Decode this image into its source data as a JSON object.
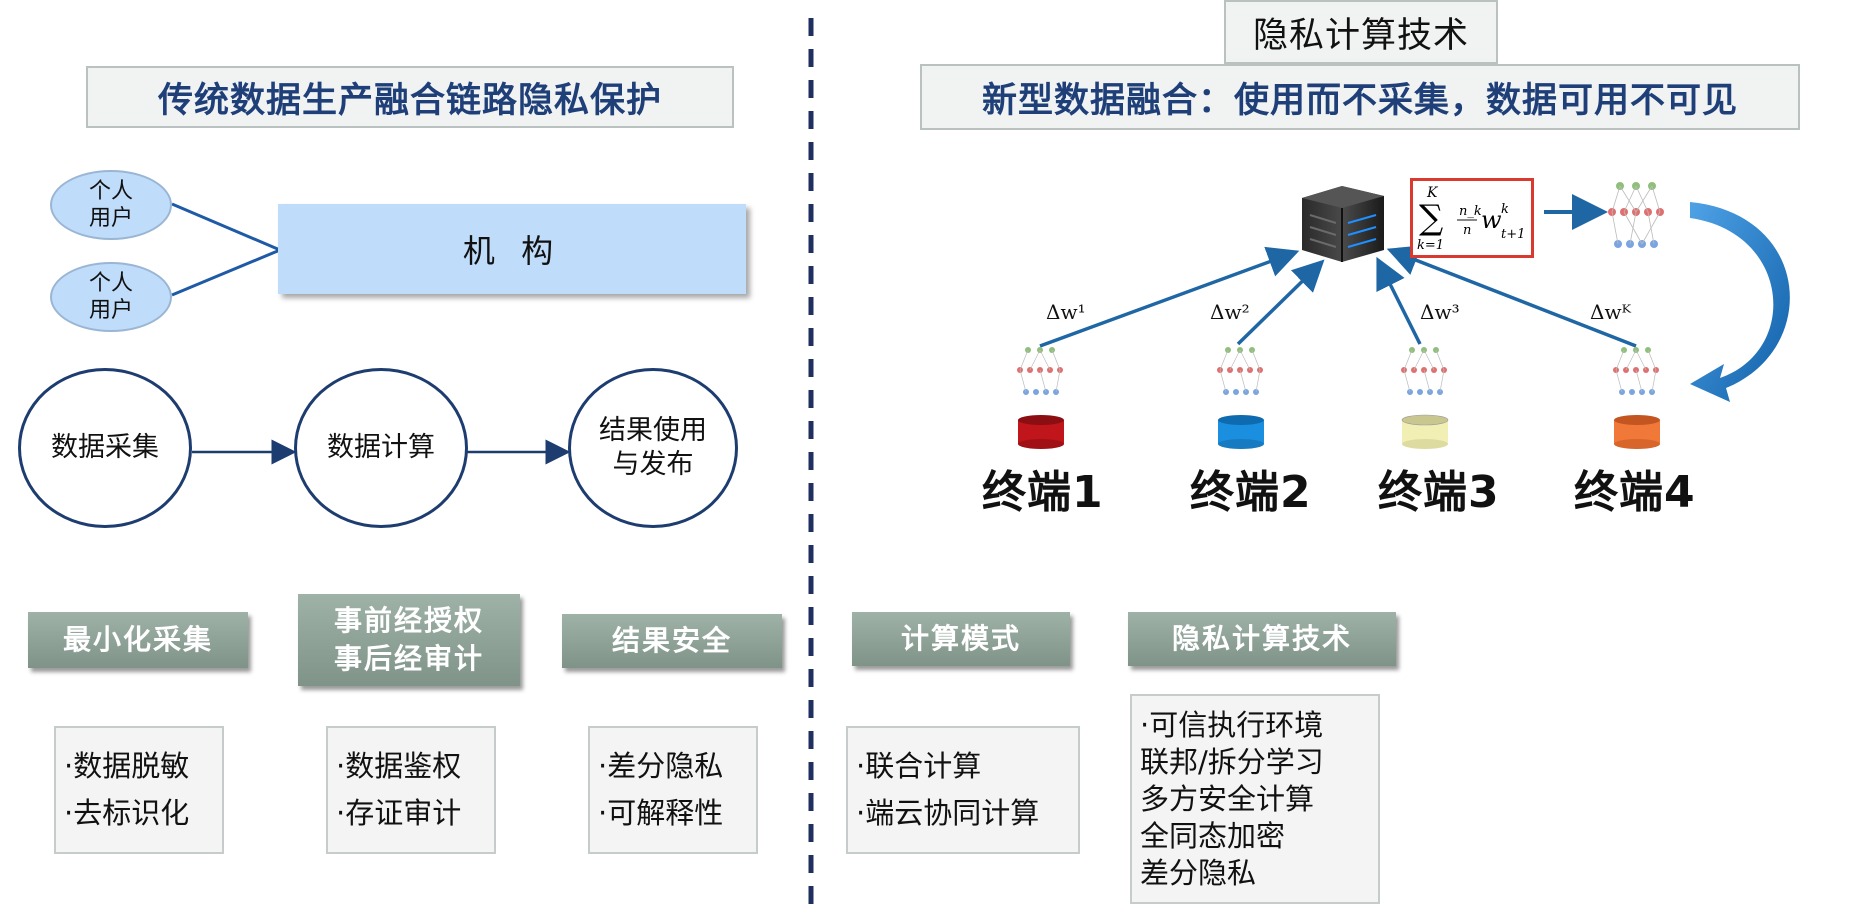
{
  "left": {
    "title": "传统数据生产融合链路隐私保护",
    "institution": "机 构",
    "users": [
      {
        "line1": "个人",
        "line2": "用户"
      },
      {
        "line1": "个人",
        "line2": "用户"
      }
    ],
    "flow": [
      {
        "line1": "数据采集",
        "line2": ""
      },
      {
        "line1": "数据计算",
        "line2": ""
      },
      {
        "line1": "结果使用",
        "line2": "与发布"
      }
    ],
    "categories": [
      {
        "line1": "最小化采集",
        "line2": "",
        "items": [
          "·数据脱敏",
          "·去标识化"
        ]
      },
      {
        "line1": "事前经授权",
        "line2": "事后经审计",
        "items": [
          "·数据鉴权",
          "·存证审计"
        ]
      },
      {
        "line1": "结果安全",
        "line2": "",
        "items": [
          "·差分隐私",
          "·可解释性"
        ]
      }
    ]
  },
  "right": {
    "header": "隐私计算技术",
    "title": "新型数据融合：使用而不采集，数据可用不可见",
    "terminals": [
      "终端1",
      "终端2",
      "终端3",
      "终端4"
    ],
    "deltas": [
      "Δw¹",
      "Δw²",
      "Δw³",
      "Δwᴷ"
    ],
    "formula": {
      "sum_top": "K",
      "sum_bottom": "k=1",
      "frac_num": "n_k",
      "frac_den": "n",
      "w": "w",
      "w_sup": "k",
      "w_sub": "t+1"
    },
    "categories": [
      {
        "label": "计算模式",
        "items": [
          "·联合计算",
          "·端云协同计算"
        ]
      },
      {
        "label": "隐私计算技术",
        "items": [
          "·可信执行环境",
          "联邦/拆分学习",
          "多方安全计算",
          "全同态加密",
          "差分隐私"
        ]
      }
    ]
  },
  "colors": {
    "navy": "#1f3f79",
    "arrow_blue": "#1f66a5",
    "light_blue": "#bfdcfa",
    "sage": "#8fa399",
    "db_red": "#c0151b",
    "db_blue": "#1a8fe0",
    "db_yellow": "#f2efb4",
    "db_orange": "#f07838",
    "formula_border": "#d83a2f"
  }
}
